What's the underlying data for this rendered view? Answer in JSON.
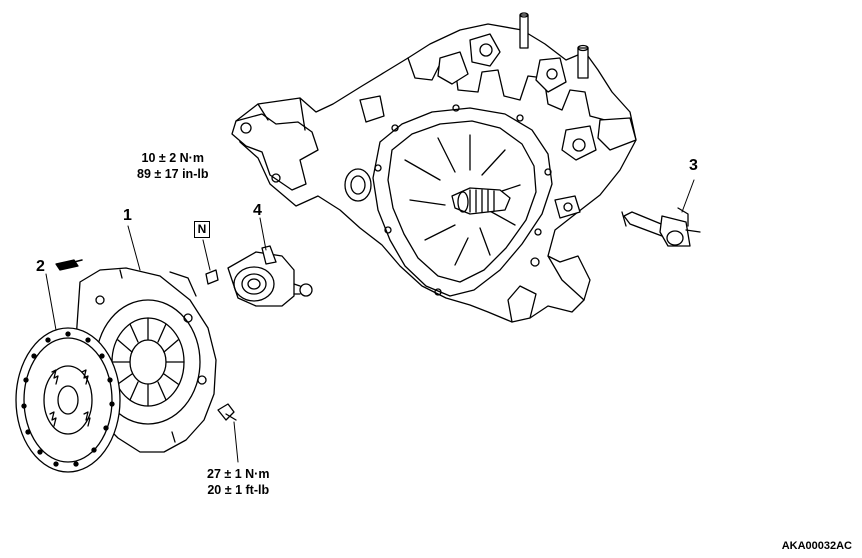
{
  "callouts": {
    "c1": "1",
    "c2": "2",
    "c3": "3",
    "c4": "4"
  },
  "torque_cover": {
    "metric": "10 ± 2 N·m",
    "imperial": "89 ± 17 in-lb"
  },
  "torque_clutch": {
    "metric": "27 ± 1 N·m",
    "imperial": "20 ± 1 ft-lb"
  },
  "badge": "N",
  "figure_id": "AKA00032AC",
  "icons": {
    "grease": "grease-symbol-icon"
  }
}
